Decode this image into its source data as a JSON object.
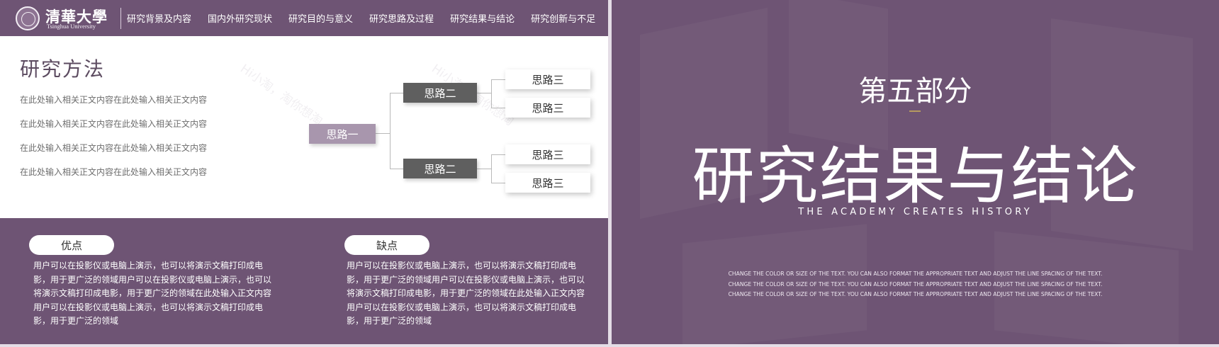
{
  "left_slide": {
    "logo": {
      "cn": "清華大學",
      "en": "Tsinghua University"
    },
    "nav": [
      "研究背景及内容",
      "国内外研究现状",
      "研究目的与意义",
      "研究思路及过程",
      "研究结果与结论",
      "研究创新与不足"
    ],
    "section_title": "研究方法",
    "body_lines": [
      "在此处输入相关正文内容在此处输入相关正文内容",
      "在此处输入相关正文内容在此处输入相关正文内容",
      "在此处输入相关正文内容在此处输入相关正文内容",
      "在此处输入相关正文内容在此处输入相关正文内容"
    ],
    "watermark": [
      "Hi小淘，淘你想淘",
      "Hi小淘，淘你想淘"
    ],
    "mindmap": {
      "root": "思路一",
      "branches": [
        {
          "label": "思路二",
          "leaves": [
            "思路三",
            "思路三"
          ]
        },
        {
          "label": "思路二",
          "leaves": [
            "思路三",
            "思路三"
          ]
        }
      ]
    },
    "pros": {
      "label": "优点",
      "text": "用户可以在投影仪或电脑上演示，也可以将演示文稿打印成电影，用于更广泛的领域用户可以在投影仪或电脑上演示，也可以将演示文稿打印成电影，用于更广泛的领域在此处输入正文内容用户可以在投影仪或电脑上演示，也可以将演示文稿打印成电影，用于更广泛的领域"
    },
    "cons": {
      "label": "缺点",
      "text": "用户可以在投影仪或电脑上演示，也可以将演示文稿打印成电影，用于更广泛的领域用户可以在投影仪或电脑上演示，也可以将演示文稿打印成电影，用于更广泛的领域在此处输入正文内容用户可以在投影仪或电脑上演示，也可以将演示文稿打印成电影，用于更广泛的领域"
    }
  },
  "right_slide": {
    "part_label": "第五部分",
    "title": "研究结果与结论",
    "subtitle": "THE ACADEMY CREATES HISTORY",
    "small_lines": [
      "CHANGE THE COLOR OR SIZE OF THE TEXT. YOU CAN ALSO FORMAT THE APPROPRIATE TEXT AND ADJUST THE LINE SPACING OF THE TEXT.",
      "CHANGE THE COLOR OR SIZE OF THE TEXT. YOU CAN ALSO FORMAT THE APPROPRIATE TEXT AND ADJUST THE LINE SPACING OF THE TEXT.",
      "CHANGE THE COLOR OR SIZE OF THE TEXT. YOU CAN ALSO FORMAT THE APPROPRIATE TEXT AND ADJUST THE LINE SPACING OF THE TEXT."
    ]
  },
  "colors": {
    "primary_purple": "#6e5474",
    "light_purple": "#a896ad",
    "dark_gray": "#5f5f5f",
    "accent_gold": "#b59a60"
  }
}
